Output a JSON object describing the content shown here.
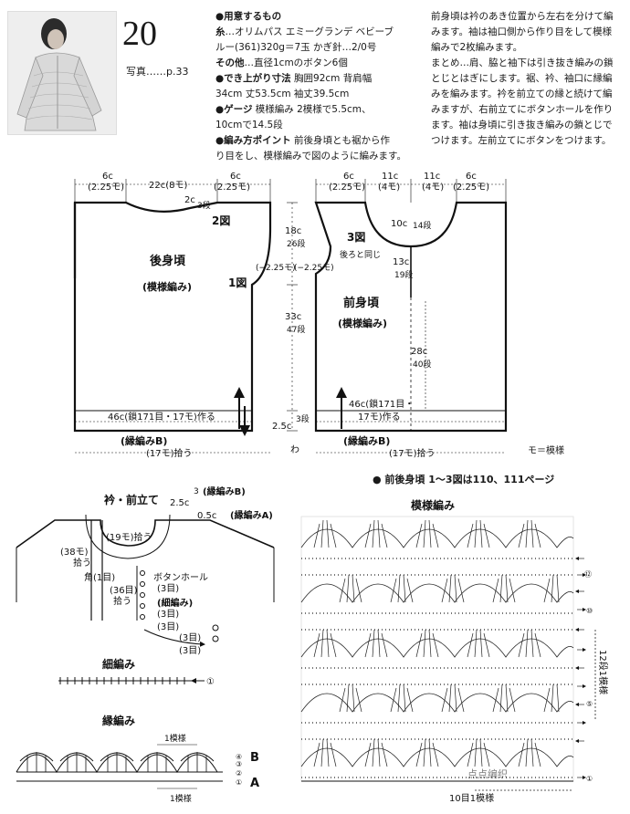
{
  "header": {
    "pattern_number": "20",
    "photo_reference": "写真……p.33"
  },
  "materials": [
    {
      "label": "●用意するもの",
      "text": ""
    },
    {
      "label": "糸",
      "text": "…オリムパス エミーグランデ ベビーブ"
    },
    {
      "label": "",
      "text": "ルー(361)320g＝7玉 かぎ針…2/0号"
    },
    {
      "label": "その他",
      "text": "…直径1cmのボタン6個"
    },
    {
      "label": "●でき上がり寸法",
      "text": " 胸囲92cm 背肩幅"
    },
    {
      "label": "",
      "text": "34cm 丈53.5cm 袖丈39.5cm"
    },
    {
      "label": "●ゲージ",
      "text": " 模様編み 2模様で5.5cm、"
    },
    {
      "label": "",
      "text": "10cmで14.5段"
    },
    {
      "label": "●編み方ポイント",
      "text": " 前後身頃とも裾から作"
    },
    {
      "label": "",
      "text": "り目をし、模様編みで図のように編みます。"
    }
  ],
  "instructions": [
    "前身頃は衿のあき位置から左右を分けて編",
    "みます。袖は袖口側から作り目をして模様",
    "編みで2枚編みます。",
    "まとめ…肩、脇と袖下は引き抜き編みの鎖",
    "とじとはぎにします。裾、衿、袖口に縁編",
    "みを編みます。衿を前立ての縁と続けて編",
    "みますが、右前立てにボタンホールを作り",
    "ます。袖は身頃に引き抜き編みの鎖とじで",
    "つけます。左前立てにボタンをつけます。"
  ],
  "back_body": {
    "title": "後身頃",
    "subtitle": "(模様編み)",
    "fig1": "1図",
    "fig2": "2図",
    "top_left_cm": "6c",
    "top_left_mo": "(2.25モ)",
    "top_mid": "22c(8モ)",
    "top_right_cm": "6c",
    "top_right_mo": "(2.25モ)",
    "neck_cm": "2c",
    "neck_dan": "3段",
    "armhole_label": "(−2.25モ)",
    "chain_label": "46c(鎖171目・17モ)作る",
    "edge_label": "(縁編みB)",
    "pickup_label": "(17モ)拾う"
  },
  "front_body": {
    "title": "前身頃",
    "subtitle": "(模様編み)",
    "fig3": "3図",
    "same_as_back": "後ろと同じ",
    "top_left_cm": "6c",
    "top_left_mo": "(2.25モ)",
    "top_mid_left": "11c",
    "top_mid_left_mo": "(4モ)",
    "top_mid_right": "11c",
    "top_mid_right_mo": "(4モ)",
    "top_right_cm": "6c",
    "top_right_mo": "(2.25モ)",
    "neck_depth_cm": "10c",
    "neck_depth_dan": "14段",
    "front_upper_cm": "13c",
    "front_upper_dan": "19段",
    "front_lower_cm": "28c",
    "front_lower_dan": "40段",
    "armhole_label": "(−2.25モ)",
    "chain_label_1": "46c(鎖171目・",
    "chain_label_2": "17モ)作る",
    "edge_label": "(縁編みB)",
    "pickup_label": "(17モ)拾う"
  },
  "center_dims": {
    "armhole_cm": "18c",
    "armhole_dan": "26段",
    "body_cm": "33c",
    "body_dan": "47段",
    "hem_cm": "2.5c",
    "hem_dan": "3段",
    "wa": "わ"
  },
  "stitch_key": "モ＝模様",
  "page_refs": "● 前後身頃 1～3図は110、111ページ",
  "collar": {
    "title": "衿・前立て",
    "edge_b_count": "3",
    "edge_b": "(縁編みB)",
    "edge_b_cm": "2.5c",
    "edge_a_cm": "0.5c",
    "edge_a": "(縁編みA)",
    "pickup_19": "(19モ)拾う",
    "pickup_38": "(38モ)",
    "pickup_38_2": "拾う",
    "corner": "角(1目)",
    "pickup_36": "(36目)",
    "pickup_36_2": "拾う",
    "buttonhole": "ボタンホール",
    "bh_3_1": "(3目)",
    "bh_3_2": "(3目)",
    "bh_3_3": "(3目)",
    "bh_3_4": "(3目)",
    "bh_3_5": "(3目)",
    "fine_knit": "(細編み)"
  },
  "saihami": {
    "title": "細編み",
    "row": "①"
  },
  "fuchiami": {
    "title": "縁編み",
    "repeat_top": "1模様",
    "repeat_bottom": "1模様",
    "label_b": "B",
    "label_a": "A",
    "rows": [
      "④",
      "③",
      "②",
      "①"
    ]
  },
  "mouyou": {
    "title": "模様編み",
    "repeat_side": "12段1模様",
    "repeat_bottom": "10目1模様",
    "row_marks": [
      "⑫",
      "⑩",
      "⑤",
      "①"
    ]
  },
  "watermark": "点点编织"
}
